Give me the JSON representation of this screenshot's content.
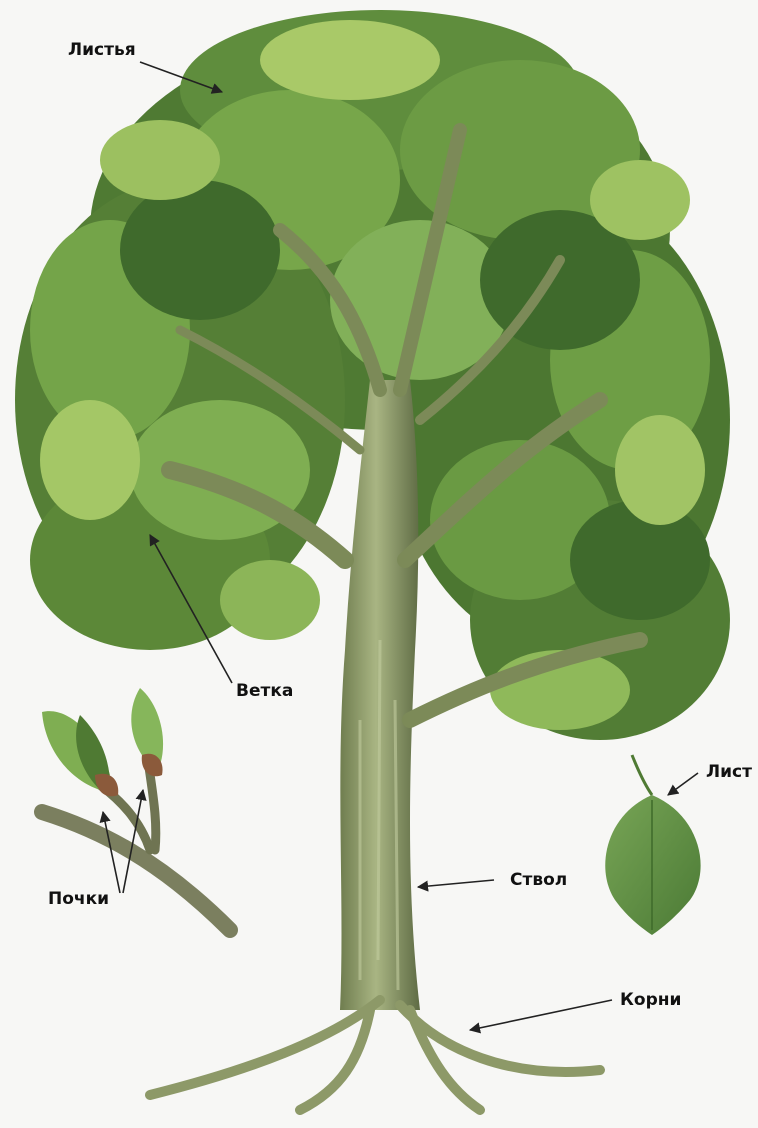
{
  "labels": {
    "leaves": "Листья",
    "branch": "Ветка",
    "buds": "Почки",
    "trunk": "Ствол",
    "leaf": "Лист",
    "roots": "Корни"
  },
  "colors": {
    "background": "#f7f7f5",
    "foliage_dark": "#3f6a2c",
    "foliage_mid": "#6c9a3e",
    "foliage_light": "#a9c968",
    "trunk": "#8f9d6a",
    "leaf": "#5f8f45",
    "arrow": "#222222"
  }
}
